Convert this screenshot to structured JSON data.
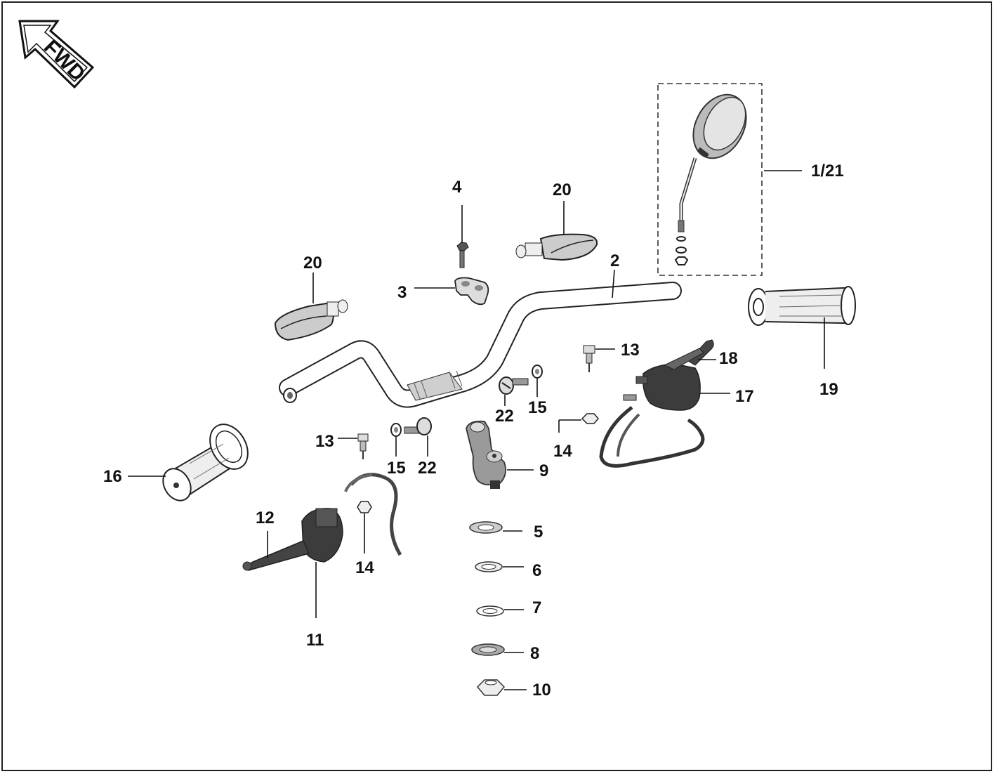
{
  "direction_arrow": {
    "text": "FWD"
  },
  "callouts": {
    "c1_21": "1/21",
    "c2": "2",
    "c3": "3",
    "c4": "4",
    "c5": "5",
    "c6": "6",
    "c7": "7",
    "c8": "8",
    "c9": "9",
    "c10": "10",
    "c11": "11",
    "c12": "12",
    "c13a": "13",
    "c13b": "13",
    "c14a": "14",
    "c14b": "14",
    "c15a": "15",
    "c15b": "15",
    "c16": "16",
    "c17": "17",
    "c18": "18",
    "c19": "19",
    "c20a": "20",
    "c20b": "20",
    "c22a": "22",
    "c22b": "22"
  }
}
